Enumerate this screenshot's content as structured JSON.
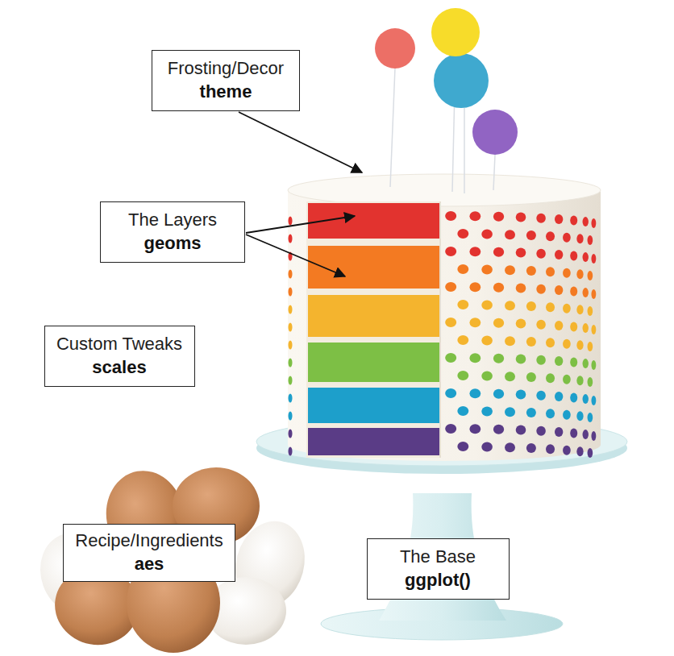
{
  "diagram": {
    "nodes": [
      {
        "text": [
          "Frosting/Decor",
          "theme"
        ]
      },
      {
        "text": [
          "The Layers",
          "geoms"
        ]
      },
      {
        "text": [
          "Custom Tweaks",
          "scales"
        ]
      },
      {
        "text": [
          "Recipe/Ingredients",
          "aes"
        ]
      },
      {
        "text": [
          "The Base",
          "ggplot()"
        ]
      }
    ]
  }
}
